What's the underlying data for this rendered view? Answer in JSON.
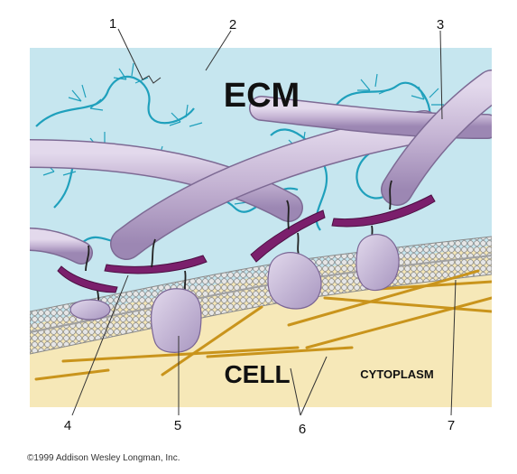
{
  "diagram": {
    "region_labels": {
      "ecm": "ECM",
      "cell": "CELL",
      "cytoplasm": "CYTOPLASM"
    },
    "callouts": [
      "1",
      "2",
      "3",
      "4",
      "5",
      "6",
      "7"
    ],
    "copyright": "©1999 Addison Wesley Longman, Inc.",
    "colors": {
      "ecm_background": "#c6e6ef",
      "cytoplasm": "#f6e8b8",
      "collagen_fiber": "#c9b8d6",
      "proteoglycan": "#1fa0bc",
      "fibronectin": "#7b1f6c",
      "integrin": "#cfc3dd",
      "microfilament": "#d4a52a",
      "membrane_head": "#e0e0e0"
    }
  }
}
